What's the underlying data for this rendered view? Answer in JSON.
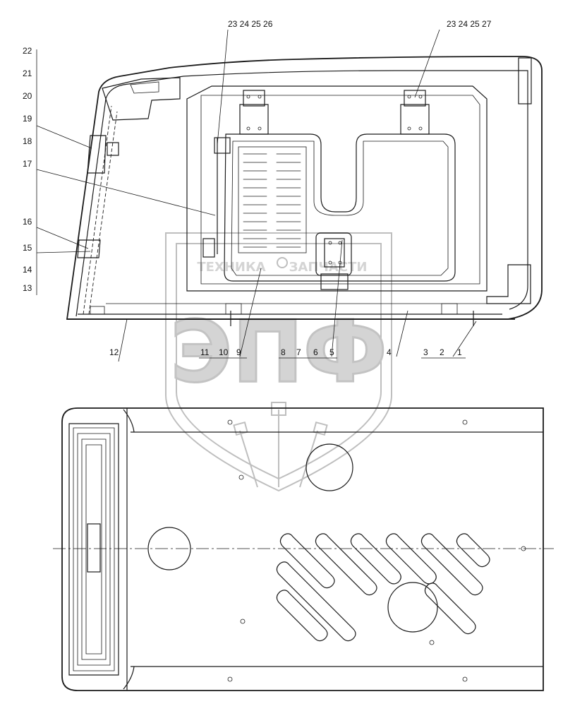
{
  "callouts_top": [
    "23",
    "24",
    "25",
    "26",
    "27"
  ],
  "group_left": "23 24 25 26",
  "group_right": "23 24 25 27",
  "left_labels": [
    "22",
    "21",
    "20",
    "19",
    "18",
    "17",
    "16",
    "15",
    "14",
    "13"
  ],
  "bottom_labels": [
    "12",
    "11",
    "10",
    "9",
    "8",
    "7",
    "6",
    "5",
    "4",
    "3",
    "2",
    "1"
  ],
  "watermark": {
    "logo_text": "ЭПФ",
    "left_word": "ТЕХНИКА",
    "right_word": "ЗАПЧАСТИ"
  },
  "colors": {
    "line": "#1a1a1a",
    "watermark": "#c8c8c8"
  }
}
